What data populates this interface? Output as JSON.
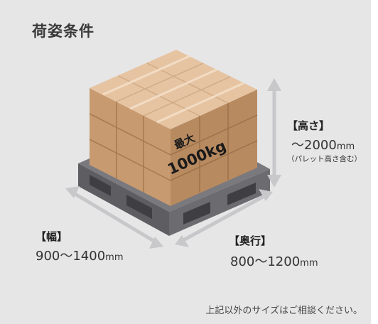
{
  "title": "荷姿条件",
  "load": {
    "line1": "最大",
    "line2": "1000kg"
  },
  "height": {
    "label": "【高さ】",
    "value": "～2000",
    "unit": "mm",
    "note": "（パレット高さ含む）"
  },
  "width": {
    "label": "【幅】",
    "value": "900～1400",
    "unit": "mm"
  },
  "depth": {
    "label": "【奥行】",
    "value": "800～1200",
    "unit": "mm"
  },
  "footer": "上記以外のサイズはご相談ください。",
  "colors": {
    "background": "#e6e6e7",
    "box_top": "#e6c4a2",
    "box_left": "#c79a70",
    "box_right": "#b88a60",
    "pallet": "#6b6a6f",
    "arrow": "#c8c8cb"
  }
}
